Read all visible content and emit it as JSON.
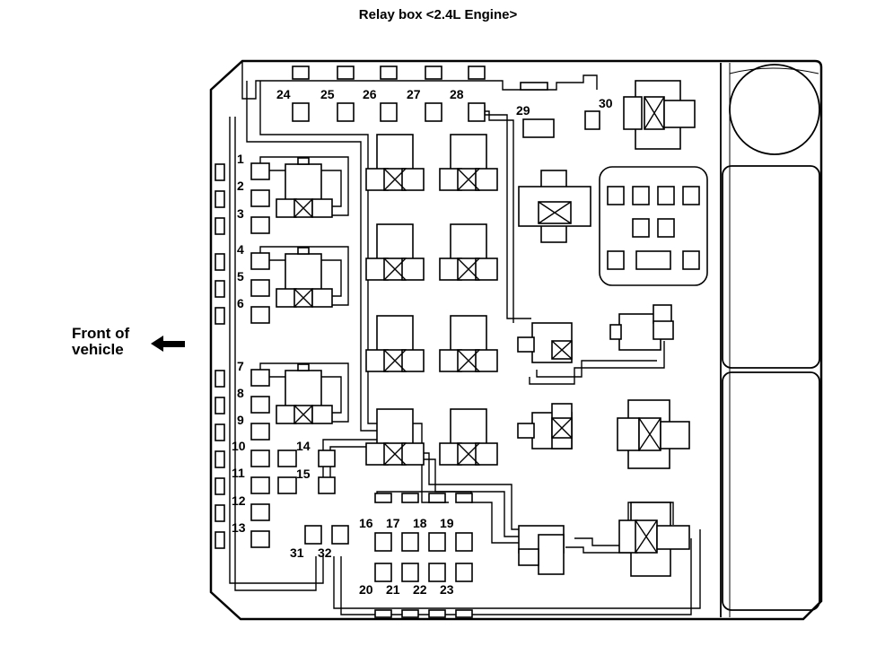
{
  "title": "Relay box <2.4L Engine>",
  "front_label_line1": "Front of",
  "front_label_line2": "vehicle",
  "connectors": {
    "c1": "1",
    "c2": "2",
    "c3": "3",
    "c4": "4",
    "c5": "5",
    "c6": "6",
    "c7": "7",
    "c8": "8",
    "c9": "9",
    "c10": "10",
    "c11": "11",
    "c12": "12",
    "c13": "13",
    "c14": "14",
    "c15": "15",
    "c16": "16",
    "c17": "17",
    "c18": "18",
    "c19": "19",
    "c20": "20",
    "c21": "21",
    "c22": "22",
    "c23": "23",
    "c24": "24",
    "c25": "25",
    "c26": "26",
    "c27": "27",
    "c28": "28",
    "c29": "29",
    "c30": "30",
    "c31": "31",
    "c32": "32"
  },
  "icons": {
    "arrow": "arrow-left-icon"
  }
}
